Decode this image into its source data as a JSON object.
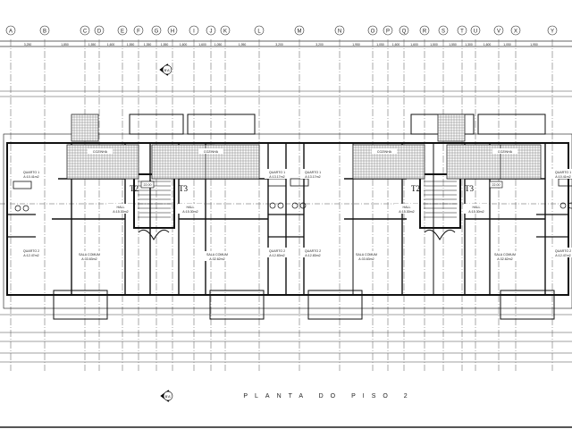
{
  "drawing": {
    "title": "PLANTA DO PISO 2",
    "section_marker_top": "B'A'",
    "section_marker_bottom": "B'A'"
  },
  "grid_letters": [
    "A",
    "B",
    "C",
    "D",
    "E",
    "F",
    "G",
    "H",
    "I",
    "J",
    "K",
    "L",
    "M",
    "N",
    "O",
    "P",
    "Q",
    "R",
    "S",
    "T",
    "U",
    "V",
    "X",
    "Y"
  ],
  "top_dimensions": [
    "3,250",
    "1,850",
    "1,550",
    "1,600",
    "1,550",
    "1,350",
    "1,550",
    "1,600",
    "1,600",
    "1,050",
    "1,950",
    "3,200",
    "3,200",
    "1,950",
    "1,050",
    "1,600",
    "1,600",
    "1,500",
    "1,550",
    "1,300",
    "1,600",
    "1,050",
    "1,950"
  ],
  "units": [
    {
      "rooms": [
        {
          "name": "QUARTO 1",
          "area": "A:10.41m2"
        },
        {
          "name": "QUARTO 2",
          "area": "A:12.47m2"
        },
        {
          "name": "SALA COMUM",
          "area": "A:33.63m2"
        },
        {
          "name": "HALL",
          "area": "A:15.30m2"
        },
        {
          "name": "COZINHA",
          "area": ""
        }
      ],
      "type": "T2"
    },
    {
      "rooms": [
        {
          "name": "HALL",
          "area": "A:15.30m2"
        },
        {
          "name": "SALA COMUM",
          "area": "A:32.62m2"
        },
        {
          "name": "COZINHA",
          "area": ""
        },
        {
          "name": "QUARTO 1",
          "area": "A:13.17m2"
        },
        {
          "name": "QUARTO 2",
          "area": "A:12.83m2"
        }
      ],
      "type": "T3"
    },
    {
      "rooms": [
        {
          "name": "QUARTO 1",
          "area": "A:13.17m2"
        },
        {
          "name": "QUARTO 2",
          "area": "A:12.83m2"
        },
        {
          "name": "SALA COMUM",
          "area": "A:33.63m2"
        },
        {
          "name": "HALL",
          "area": "A:15.30m2"
        },
        {
          "name": "COZINHA",
          "area": ""
        }
      ],
      "type": "T2"
    },
    {
      "rooms": [
        {
          "name": "HALL",
          "area": "A:15.30m2"
        },
        {
          "name": "SALA COMUM",
          "area": "A:32.62m2"
        },
        {
          "name": "COZINHA",
          "area": ""
        },
        {
          "name": "QUARTO 1",
          "area": "A:10.41m2"
        },
        {
          "name": "QUARTO 2",
          "area": "A:12.47m2"
        }
      ],
      "type": "T3"
    }
  ],
  "stair_labels": [
    "22.00",
    "22.00"
  ]
}
